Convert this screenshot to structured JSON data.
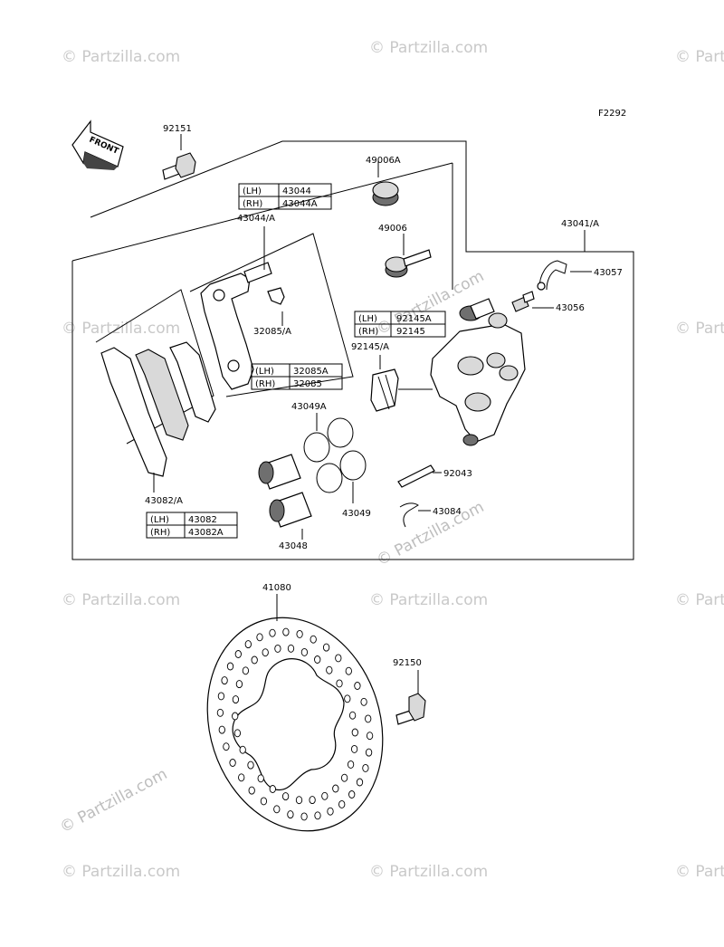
{
  "figure_code": "F2292",
  "front_label": "FRONT",
  "watermark": "© Partzilla.com",
  "parts": {
    "p92151": "92151",
    "p49006A": "49006A",
    "p49006": "49006",
    "p43044A": "43044/A",
    "p43041A": "43041/A",
    "p43057": "43057",
    "p43056": "43056",
    "p32085A": "32085/A",
    "p92145A": "92145/A",
    "p43049A": "43049A",
    "p43049": "43049",
    "p43048": "43048",
    "p92043": "92043",
    "p43084": "43084",
    "p43082A": "43082/A",
    "p41080": "41080",
    "p92150": "92150"
  },
  "tables": {
    "t43044": {
      "lh_side": "(LH)",
      "lh_part": "43044",
      "rh_side": "(RH)",
      "rh_part": "43044A"
    },
    "t32085": {
      "lh_side": "(LH)",
      "lh_part": "32085A",
      "rh_side": "(RH)",
      "rh_part": "32085"
    },
    "t92145": {
      "lh_side": "(LH)",
      "lh_part": "92145A",
      "rh_side": "(RH)",
      "rh_part": "92145"
    },
    "t43082": {
      "lh_side": "(LH)",
      "lh_part": "43082",
      "rh_side": "(RH)",
      "rh_part": "43082A"
    }
  }
}
